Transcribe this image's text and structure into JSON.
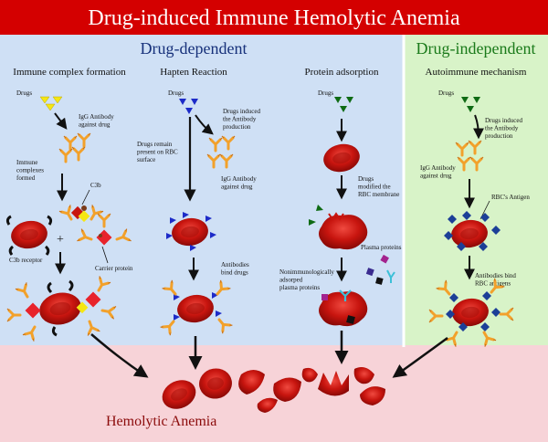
{
  "title": "Drug-induced Immune Hemolytic Anemia",
  "sections": {
    "dependent": "Drug-dependent",
    "independent": "Drug-independent"
  },
  "columns": {
    "immune_complex": {
      "heading": "Immune complex formation",
      "drugs": "Drugs",
      "igg": "IgG Antibody\nagainst drug",
      "complexes": "Immune\ncomplexes\nformed",
      "c3b": "C3b",
      "plus": "+",
      "c3b_receptor": "C3b receptor",
      "carrier": "Carrier protein"
    },
    "hapten": {
      "heading": "Hapten Reaction",
      "drugs": "Drugs",
      "induced": "Drugs induced\nthe Antibody\nproduction",
      "remain": "Drugs remain\npresent on RBC\nsurface",
      "igg": "IgG Antibody\nagainst drug",
      "bind": "Antibodies\nbind drugs"
    },
    "protein": {
      "heading": "Protein adsorption",
      "drugs": "Drugs",
      "modified": "Drugs\nmodified the\nRBC membrane",
      "plasma": "Plasma proteins",
      "nonimmuno": "Nonimmunologically\nadsorped\nplasma proteins"
    },
    "autoimmune": {
      "heading": "Autoimmune mechanism",
      "drugs": "Drugs",
      "induced": "Drugs induced\nthe Antibody\nproduction",
      "igg": "IgG Antibody\nagainst drug",
      "antigen": "RBC's Antigen",
      "bind": "Antibodies bind\nRBC antigens"
    }
  },
  "bottom_label": "Hemolytic Anemia",
  "colors": {
    "title_bg": "#d40000",
    "dependent_bg": "#cfe0f5",
    "independent_bg": "#d8f3c8",
    "bottom_bg": "#f7d3d8",
    "rbc": "#d8221d",
    "antibody": "#f2a12b",
    "drug_yellow": "#f5e613",
    "drug_blue": "#1d2bc8",
    "drug_green": "#0f6b14",
    "antigen": "#1c3f97",
    "carrier": "#e8232b",
    "heading_blue": "#16307a",
    "heading_green": "#1a7a1a"
  }
}
